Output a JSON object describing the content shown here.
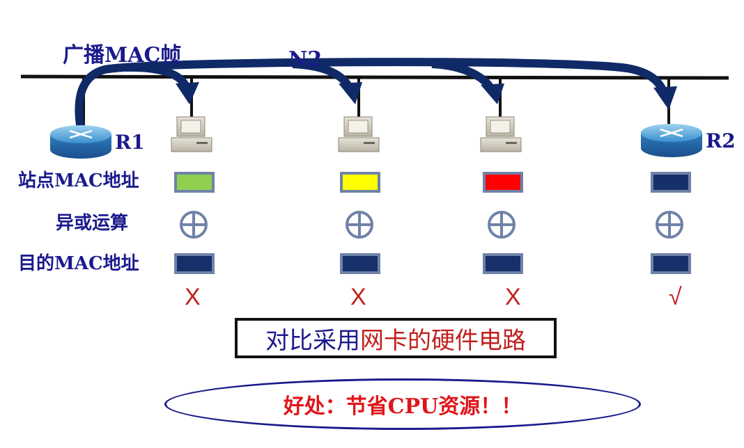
{
  "title": "广播MAC帧",
  "segment_label": "N2",
  "routers": [
    {
      "label": "R1"
    },
    {
      "label": "R2"
    }
  ],
  "row_labels": {
    "station_mac": "站点MAC地址",
    "xor": "异或运算",
    "dest_mac": "目的MAC地址"
  },
  "station_mac_colors": [
    "#8fd14f",
    "#ffff00",
    "#ff0000",
    "#17306a"
  ],
  "dest_mac_color": "#17306a",
  "results": [
    "X",
    "X",
    "X",
    "√"
  ],
  "comparison": {
    "part1": "对比采用",
    "part2": "网卡的硬件电路"
  },
  "benefit": "好处：节省CPU资源！！",
  "colors": {
    "label": "#1a1a8c",
    "arrow": "#0f2a66",
    "result": "#c0201c",
    "benefit": "#e0151a"
  }
}
